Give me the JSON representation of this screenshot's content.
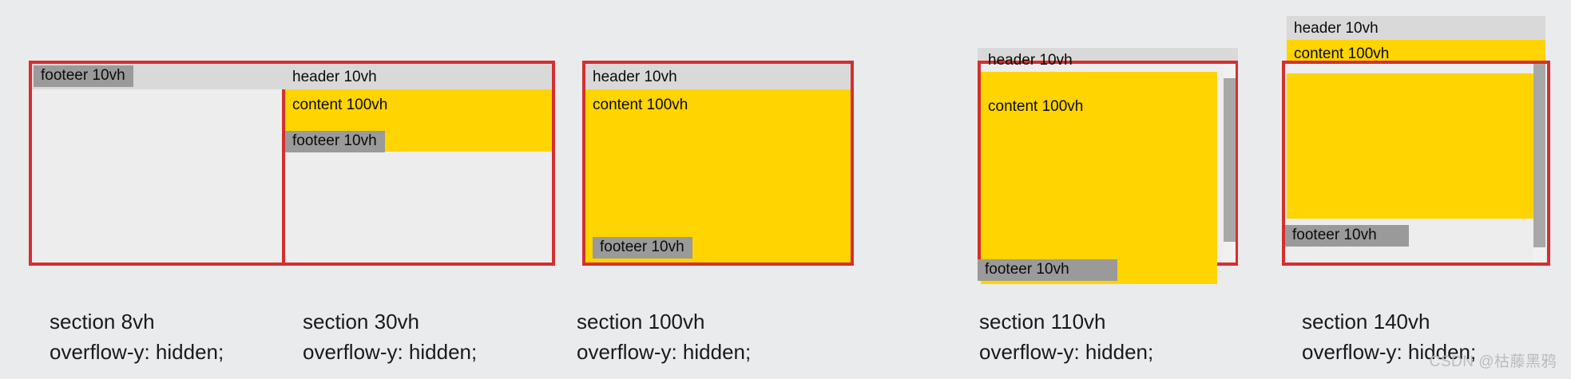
{
  "page": {
    "background_color": "#eaebec",
    "accent_red": "#d42f2f",
    "content_yellow": "#ffd400",
    "header_grey": "#d9d9d9",
    "footer_grey": "#9a9a9a",
    "viewport_fill": "#ededee"
  },
  "labels": {
    "header": "header  10vh",
    "content": "content 100vh",
    "footer": "footeer  10vh"
  },
  "panels": [
    {
      "id": "panel-1",
      "caption": "section 8vh\noverflow-y: hidden;",
      "section_height": "8vh",
      "overflow": "overflow-y: hidden;",
      "visible_bands": [
        "footer"
      ],
      "notes": "Only the footer chip text is visible at the top of the viewport; header and content are clipped away."
    },
    {
      "id": "panel-2",
      "caption": "section 30vh\noverflow-y: hidden;",
      "section_height": "30vh",
      "overflow": "overflow-y: hidden;",
      "visible_bands": [
        "header",
        "content",
        "footer"
      ],
      "notes": "Header, content and footer stack inside the top of the viewport leaving empty space below."
    },
    {
      "id": "panel-3",
      "caption": "section 100vh\noverflow-y: hidden;",
      "section_height": "100vh",
      "overflow": "overflow-y: hidden;",
      "visible_bands": [
        "header",
        "content",
        "footer"
      ],
      "notes": "Content fills the viewport, footer sits at the bottom of the yellow area."
    },
    {
      "id": "panel-4",
      "caption": "section 110vh\noverflow-y: hidden;",
      "section_height": "110vh",
      "overflow": "overflow-y: hidden;",
      "visible_bands": [
        "header",
        "content",
        "footer"
      ],
      "has_scrollbar": true,
      "notes": "Stack is taller than the viewport; header peeks above and footer spills below the red outline, a scrollbar appears at the right."
    },
    {
      "id": "panel-5",
      "caption": "section 140vh\noverflow-y: hidden;",
      "section_height": "140vh",
      "overflow": "overflow-y: hidden;",
      "visible_bands": [
        "header",
        "content",
        "footer"
      ],
      "has_scrollbar": true,
      "notes": "Header and top of content sit entirely above the red viewport; footer is inside near the bottom, scrollbar on the right."
    }
  ],
  "watermark": "CSDN @枯藤黑鸦"
}
